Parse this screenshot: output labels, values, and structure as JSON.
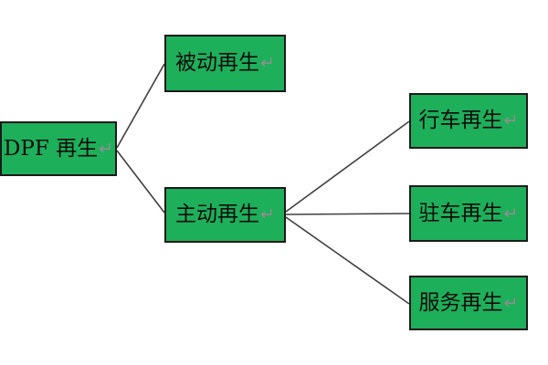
{
  "diagram": {
    "type": "tree",
    "nodes": [
      {
        "id": "dpf",
        "label": "DPF 再生",
        "mark": "↵"
      },
      {
        "id": "passive",
        "label": "被动再生",
        "mark": "↵"
      },
      {
        "id": "active",
        "label": "主动再生",
        "mark": "↵"
      },
      {
        "id": "driving",
        "label": "行车再生",
        "mark": "↵"
      },
      {
        "id": "parking",
        "label": "驻车再生",
        "mark": "↵"
      },
      {
        "id": "service",
        "label": "服务再生",
        "mark": "↵"
      }
    ],
    "edges": [
      {
        "from": "DPF 再生",
        "to": "被动再生"
      },
      {
        "from": "DPF 再生",
        "to": "主动再生"
      },
      {
        "from": "主动再生",
        "to": "行车再生"
      },
      {
        "from": "主动再生",
        "to": "驻车再生"
      },
      {
        "from": "主动再生",
        "to": "服务再生"
      }
    ],
    "colors": {
      "node_fill": "#1eaf5a",
      "node_border": "#1a1a1a",
      "connector": "#3f3f3f",
      "paragraph_mark": "#8f8f8f",
      "background": "#ffffff"
    }
  }
}
